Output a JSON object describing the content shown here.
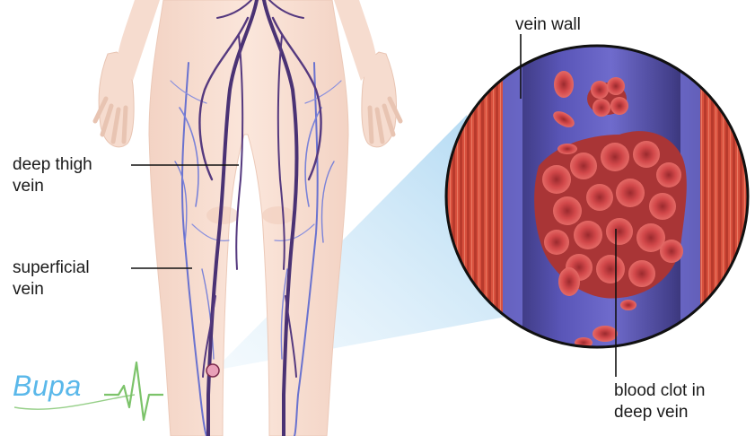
{
  "labels": {
    "deep_thigh_vein": [
      "deep thigh",
      "vein"
    ],
    "superficial_vein": [
      "superficial",
      "vein"
    ],
    "vein_wall": "vein wall",
    "blood_clot": [
      "blood clot in",
      "deep vein"
    ]
  },
  "logo": {
    "text": "Bupa",
    "color": "#5ab8ea",
    "wave_color": "#7cc36a"
  },
  "colors": {
    "skin": "#f7ddd0",
    "deep_vein": "#4d3577",
    "superficial_vein": "#5a62c0",
    "vessel_wall": "#6f6fd8",
    "muscle": "#d84b3a",
    "clot": "#b0373a",
    "highlight_cone": "#bfe0f5"
  }
}
